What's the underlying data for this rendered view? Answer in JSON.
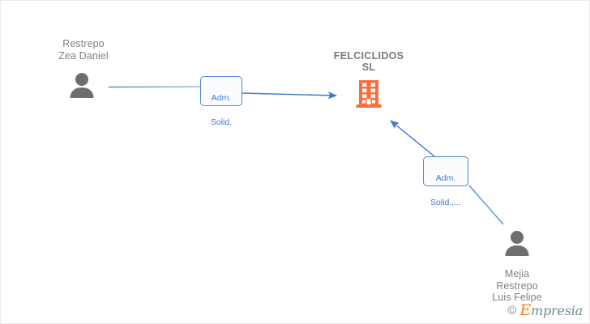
{
  "diagram": {
    "type": "corporate-relationship-graph",
    "background_color": "#ffffff",
    "edge_color": "#4a86d8",
    "company_color": "#fb6d3a",
    "person_color": "#6e6e6e",
    "text_color": "#808080"
  },
  "company": {
    "name_line1": "FELCICLIDOS",
    "name_line2": "SL",
    "icon": "building-icon"
  },
  "people": [
    {
      "id": "person-left",
      "name": "Restrepo\nZea Daniel",
      "icon": "person-icon",
      "label_position": "above"
    },
    {
      "id": "person-bottom-right",
      "name": "Mejia\nRestrepo\nLuis Felipe",
      "icon": "person-icon",
      "label_position": "below"
    }
  ],
  "relations": [
    {
      "id": "relation-1",
      "from": "person-left",
      "to": "company",
      "line1": "Adm.",
      "line2": "Solid."
    },
    {
      "id": "relation-2",
      "from": "person-bottom-right",
      "to": "company",
      "line1": "Adm.",
      "line2": "Solid.,..."
    }
  ],
  "watermark": {
    "copyright": "©",
    "brand_initial": "E",
    "brand_rest": "mpresia"
  }
}
